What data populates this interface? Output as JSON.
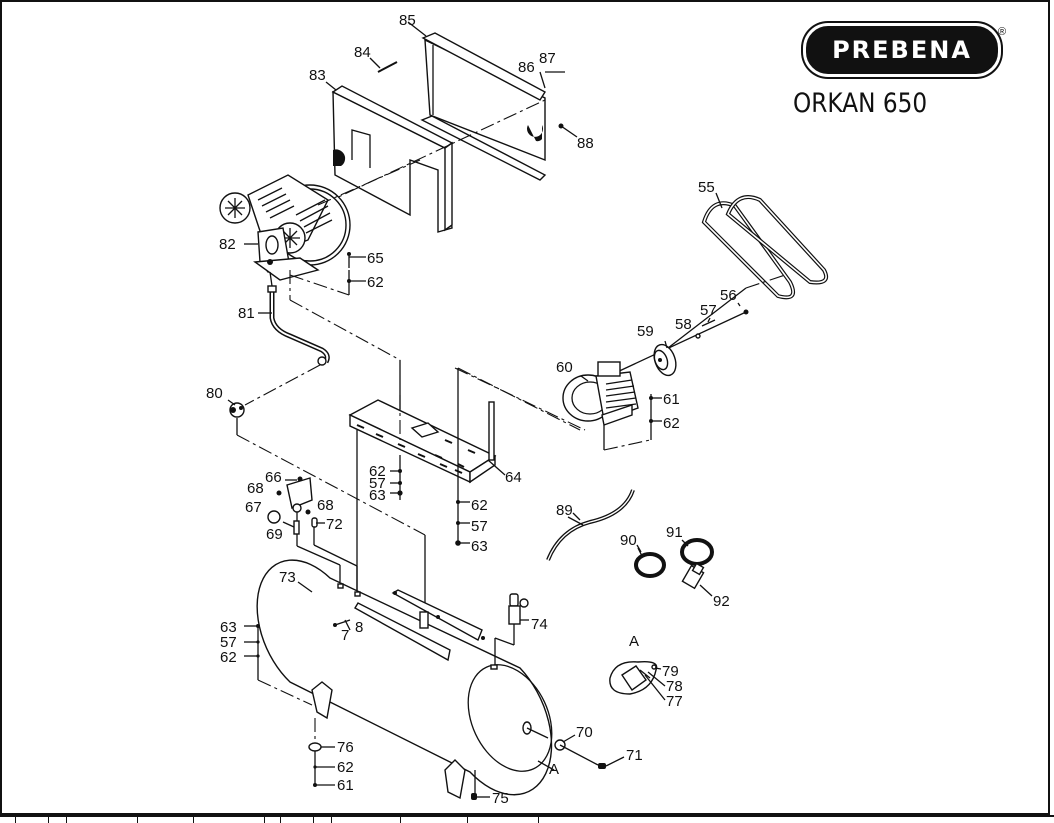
{
  "brand": {
    "logo_text": "PREBENA",
    "registered_mark": "®",
    "model": "ORKAN 650"
  },
  "view_marker": "A",
  "detail_marker": "A",
  "callouts": {
    "p55": "55",
    "p56": "56",
    "p57a": "57",
    "p58": "58",
    "p59": "59",
    "p60": "60",
    "p61a": "61",
    "p62a": "62",
    "p61b": "61",
    "p62b": "62",
    "p76": "76",
    "p75": "75",
    "p83": "83",
    "p84": "84",
    "p85": "85",
    "p86": "86",
    "p87": "87",
    "p88": "88",
    "p82": "82",
    "p65": "65",
    "p62c": "62",
    "p81": "81",
    "p80": "80",
    "p64": "64",
    "p62d": "62",
    "p57b": "57",
    "p63a": "63",
    "p62e": "62",
    "p57c": "57",
    "p63b": "63",
    "p66": "66",
    "p68a": "68",
    "p67": "67",
    "p68b": "68",
    "p69": "69",
    "p72": "72",
    "p73": "73",
    "p74": "74",
    "p7": "7",
    "p8": "8",
    "p63c": "63",
    "p57d": "57",
    "p62f": "62",
    "p89": "89",
    "p90": "90",
    "p91": "91",
    "p92": "92",
    "p70": "70",
    "p71": "71",
    "p77": "77",
    "p78": "78",
    "p79": "79"
  },
  "colors": {
    "ink": "#111111",
    "paper": "#ffffff"
  }
}
